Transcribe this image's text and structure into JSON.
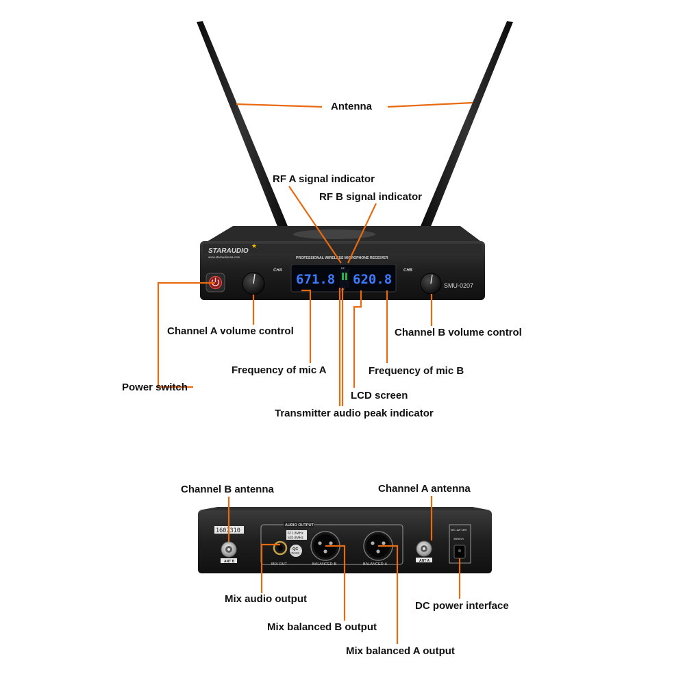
{
  "labels": {
    "antenna": "Antenna",
    "rf_a": "RF A signal indicator",
    "rf_b": "RF B signal indicator",
    "power_switch": "Power switch",
    "ch_a_volume": "Channel A volume control",
    "ch_b_volume": "Channel B volume control",
    "freq_a": "Frequency of mic A",
    "freq_b": "Frequency of mic B",
    "lcd": "LCD screen",
    "peak": "Transmitter audio peak indicator",
    "ch_b_antenna": "Channel B antenna",
    "ch_a_antenna": "Channel A antenna",
    "mix_audio": "Mix audio output",
    "dc_power": "DC power interface",
    "mix_bal_b": "Mix balanced B output",
    "mix_bal_a": "Mix balanced A output"
  },
  "front_panel": {
    "brand": "STARAUDIO",
    "website": "www.staraudiousa.com",
    "product_line": "PROFESSIONAL WIRELESS MICROPHONE RECEIVER",
    "cha_label": "CHA",
    "chb_label": "CHB",
    "rf_tag": "RF",
    "af_tag": "AF",
    "display_a": "671.8",
    "display_b": "620.8",
    "model": "SMU-0207"
  },
  "rear_panel": {
    "serial": "1607310",
    "audio_output_title": "AUDIO OUTPUT",
    "freq_sticker_1": "671.8MHz",
    "freq_sticker_2": "620.8MHz",
    "qc": "QC",
    "pass": "PASS",
    "mix_out": "MIX OUT",
    "balanced_b": "BALANCED-B",
    "balanced_a": "BALANCED-A",
    "ant_b": "ANT B",
    "ant_a": "ANT A",
    "dc_rating": "DC 12-18V",
    "dc_current": "300mA"
  },
  "colors": {
    "leader": "#e86a10",
    "device_body": "#1c1c1c",
    "lcd_digits": "#3c7bff"
  }
}
